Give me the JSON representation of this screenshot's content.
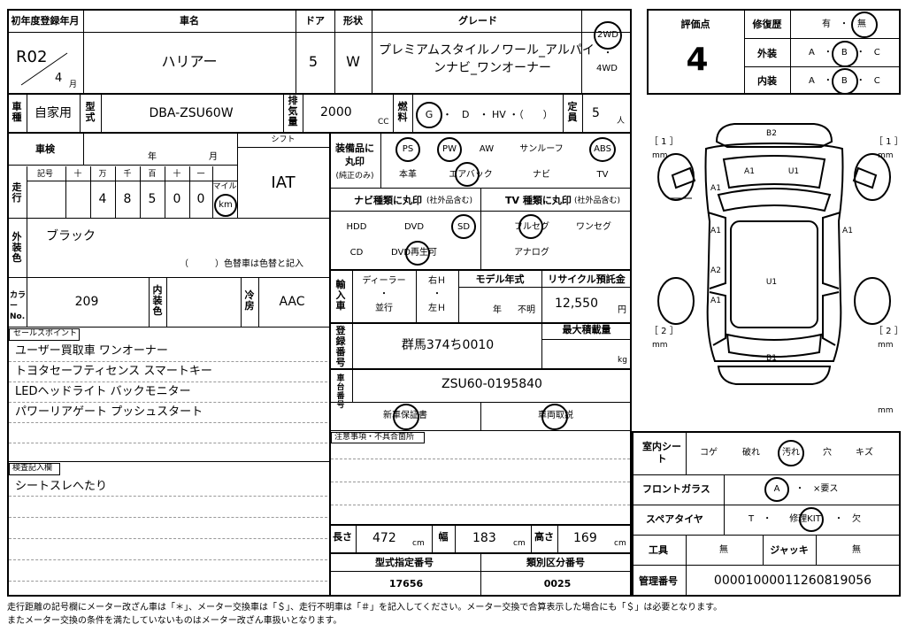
{
  "header": {
    "first_reg_label": "初年度登録年月",
    "first_reg_value": "R02",
    "first_reg_month": "4",
    "month_unit": "月",
    "car_name_label": "車名",
    "car_name": "ハリアー",
    "doors_label": "ドア",
    "doors": "5",
    "shape_label": "形状",
    "shape": "W",
    "grade_label": "グレード",
    "grade_line1": "プレミアムスタイルノワール_アルパイ",
    "grade_line2": "ンナビ_ワンオーナー",
    "drive_2wd": "2WD",
    "drive_dot": "・",
    "drive_4wd": "4WD"
  },
  "row2": {
    "usage_label": "車種",
    "usage": "自家用",
    "model_label": "型式",
    "model": "DBA-ZSU60W",
    "displacement_label": "排気量",
    "displacement": "2000",
    "cc": "CC",
    "fuel_label": "燃料",
    "fuel_g": "G",
    "fuel_rest": "・　D　・ HV ・（　　）",
    "capacity_label": "定員",
    "capacity": "5",
    "person": "人"
  },
  "evaluation": {
    "score_label": "評価点",
    "score": "4",
    "repair_label": "修復歴",
    "repair_options": "有　・　無",
    "exterior_label": "外装",
    "exterior_options": "A　・　B　・　C",
    "interior_label": "内装",
    "interior_options": "A　・　B　・　C"
  },
  "inspection": {
    "shaken_label": "車検",
    "year": "年",
    "month": "月",
    "shift_label": "シフト",
    "shift": "IAT",
    "mileage_label": "走行",
    "kigou_label": "記号",
    "digits_header": [
      "十",
      "万",
      "千",
      "百",
      "十",
      "一"
    ],
    "digits": [
      "",
      "4",
      "8",
      "5",
      "0",
      "0"
    ],
    "mile_label": "マイル",
    "km_label": "km"
  },
  "color": {
    "exterior_color_label": "外装色",
    "exterior_color": "ブラック",
    "repaint_note": "（　　　）色替車は色替と記入",
    "color_no_label": "カラーNo.",
    "color_no": "209",
    "interior_color_label": "内装色",
    "ac_label": "冷房",
    "ac": "AAC"
  },
  "equipment": {
    "title": "装備品に丸印",
    "subtitle": "(純正のみ)",
    "row1": [
      "PS",
      "PW",
      "AW",
      "サンルーフ",
      "ABS"
    ],
    "row2": [
      "本革",
      "エアバック",
      "ナビ",
      "TV"
    ]
  },
  "nav": {
    "title": "ナビ種類に丸印",
    "note": "(社外品含む)",
    "row1": [
      "HDD",
      "DVD",
      "SD"
    ],
    "row2": [
      "CD",
      "DVD再生可"
    ]
  },
  "tv": {
    "title": "TV 種類に丸印",
    "note": "(社外品含む)",
    "row1": [
      "フルセグ",
      "ワンセグ"
    ],
    "row2": [
      "アナログ"
    ]
  },
  "import": {
    "label": "輸入車",
    "dealer": "ディーラー",
    "dot": "・",
    "parallel": "並行",
    "rhd": "右Ｈ",
    "lhd": "左Ｈ",
    "model_year_label": "モデル年式",
    "year_unit": "年",
    "unknown": "不明",
    "recycle_label": "リサイクル預託金",
    "recycle": "12,550",
    "yen": "円"
  },
  "registration": {
    "label": "登録番号",
    "plate": "群馬374ち0010",
    "max_load_label": "最大積載量",
    "kg": "kg",
    "chassis_label": "車台番号",
    "chassis": "ZSU60-0195840",
    "warranty": "新車保証書",
    "manual": "車両取説",
    "notes_label": "注意事項・不具合箇所"
  },
  "dimensions": {
    "length_label": "長さ",
    "length": "472",
    "width_label": "幅",
    "width": "183",
    "height_label": "高さ",
    "height": "169",
    "cm": "cm",
    "type_no_label": "型式指定番号",
    "type_no": "17656",
    "class_no_label": "類別区分番号",
    "class_no": "0025"
  },
  "sales": {
    "label": "セールスポイント",
    "lines": [
      "ユーザー買取車 ワンオーナー",
      "トヨタセーフティセンス スマートキー",
      "LEDヘッドライト バックモニター",
      "パワーリアゲート プッシュスタート"
    ]
  },
  "inspector": {
    "label": "検査記入欄",
    "lines": [
      "シートスレへたり"
    ]
  },
  "interior": {
    "seat_label": "室内シート",
    "seat_options": [
      "コゲ",
      "破れ",
      "汚れ",
      "穴",
      "キズ"
    ],
    "glass_label": "フロントガラス",
    "glass_a": "A",
    "glass_rest": "・　×要ス",
    "spare_label": "スペアタイヤ",
    "spare_t": "T　・",
    "spare_kit": "修理KIT",
    "spare_rest": "・　欠",
    "tools_label": "工具",
    "tools": "無",
    "jack_label": "ジャッキ",
    "jack": "無",
    "mgmt_label": "管理番号",
    "mgmt": "00001000011260819056"
  },
  "diagram": {
    "labels": [
      "B2",
      "A1",
      "U1",
      "A1",
      "A1",
      "A1",
      "A2",
      "U1",
      "A1",
      "B1"
    ],
    "bracket1": "［ 1 ］",
    "bracket2": "［ 2 ］",
    "mm": "mm"
  },
  "footer": {
    "line1": "走行距離の記号欄にメーター改ざん車は「＊」、メーター交換車は「＄」、走行不明車は「＃」を記入してください。メーター交換で合算表示した場合にも「＄」は必要となります。",
    "line2": "またメーター交換の条件を満たしていないものはメーター改ざん車扱いとなります。"
  }
}
